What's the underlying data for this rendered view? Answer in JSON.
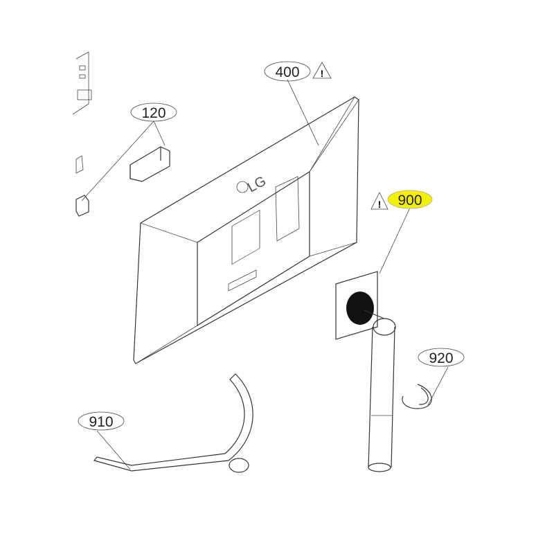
{
  "diagram": {
    "callouts": [
      {
        "id": "callout-400",
        "label": "400",
        "warning": true,
        "highlighted": false
      },
      {
        "id": "callout-120",
        "label": "120",
        "warning": false,
        "highlighted": false
      },
      {
        "id": "callout-900",
        "label": "900",
        "warning": true,
        "highlighted": true
      },
      {
        "id": "callout-920",
        "label": "920",
        "warning": false,
        "highlighted": false
      },
      {
        "id": "callout-910",
        "label": "910",
        "warning": false,
        "highlighted": false
      }
    ],
    "logo_text": "LG",
    "warning_symbol": "!",
    "highlight_color": "#f5f000"
  }
}
